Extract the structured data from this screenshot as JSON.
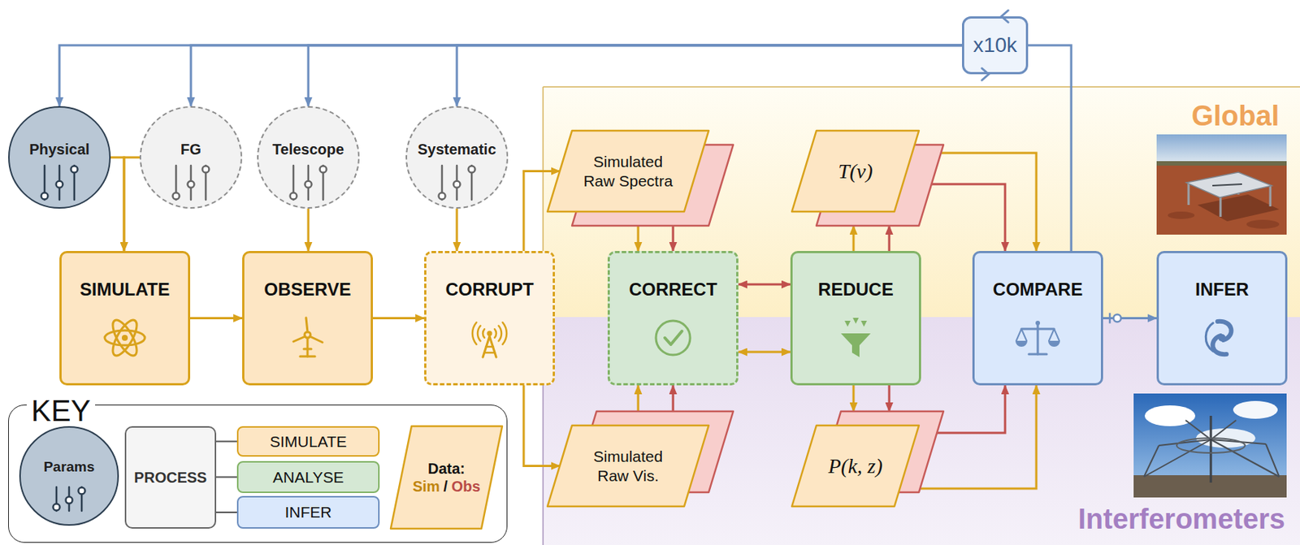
{
  "diagram": {
    "nodes": [
      {
        "text": [
          "Physical"
        ]
      },
      {
        "text": [
          "FG"
        ]
      },
      {
        "text": [
          "Telescope"
        ]
      },
      {
        "text": [
          "Systematic"
        ]
      },
      {
        "text": [
          "x10k"
        ]
      },
      {
        "text": [
          "SIMULATE"
        ]
      },
      {
        "text": [
          "OBSERVE"
        ]
      },
      {
        "text": [
          "CORRUPT"
        ]
      },
      {
        "text": [
          "Simulated Raw Spectra"
        ]
      },
      {
        "text": [
          "Simulated Raw Vis."
        ]
      },
      {
        "text": [
          "CORRECT"
        ]
      },
      {
        "text": [
          "REDUCE"
        ]
      },
      {
        "text": [
          "T(ν)"
        ]
      },
      {
        "text": [
          "P(k, z)"
        ]
      },
      {
        "text": [
          "COMPARE"
        ]
      },
      {
        "text": [
          "INFER"
        ]
      },
      {
        "text": [
          "KEY"
        ]
      },
      {
        "text": [
          "Params"
        ],
        "in": 16
      },
      {
        "text": [
          "PROCESS"
        ],
        "in": 16
      },
      {
        "text": [
          "SIMULATE"
        ],
        "in": 16
      },
      {
        "text": [
          "ANALYSE"
        ],
        "in": 16
      },
      {
        "text": [
          "INFER"
        ],
        "in": 16
      },
      {
        "text": [
          "Data:",
          "Sim",
          "/",
          "Obs"
        ],
        "in": 16
      }
    ],
    "edges": [
      {
        "from": 14,
        "to": 4,
        "arrow": "none"
      },
      {
        "from": 4,
        "to": 0,
        "arrow": "to"
      },
      {
        "from": 4,
        "to": 1,
        "arrow": "to"
      },
      {
        "from": 4,
        "to": 2,
        "arrow": "to"
      },
      {
        "from": 4,
        "to": 3,
        "arrow": "to"
      },
      {
        "from": 0,
        "to": 5,
        "arrow": "to"
      },
      {
        "from": 1,
        "to": 5,
        "arrow": "to"
      },
      {
        "from": 2,
        "to": 6,
        "arrow": "to"
      },
      {
        "from": 3,
        "to": 7,
        "arrow": "to"
      },
      {
        "from": 5,
        "to": 6,
        "arrow": "to"
      },
      {
        "from": 6,
        "to": 7,
        "arrow": "to"
      },
      {
        "from": 7,
        "to": 8,
        "arrow": "to"
      },
      {
        "from": 7,
        "to": 9,
        "arrow": "to"
      },
      {
        "from": 8,
        "to": 10,
        "arrow": "to"
      },
      {
        "from": 8,
        "to": 10,
        "arrow": "to"
      },
      {
        "from": 9,
        "to": 10,
        "arrow": "to"
      },
      {
        "from": 9,
        "to": 10,
        "arrow": "to"
      },
      {
        "from": 10,
        "to": 11,
        "arrow": "both"
      },
      {
        "from": 10,
        "to": 11,
        "arrow": "both"
      },
      {
        "from": 11,
        "to": 12,
        "arrow": "to"
      },
      {
        "from": 11,
        "to": 12,
        "arrow": "to"
      },
      {
        "from": 11,
        "to": 13,
        "arrow": "to"
      },
      {
        "from": 11,
        "to": 13,
        "arrow": "to"
      },
      {
        "from": 12,
        "to": 14,
        "arrow": "to"
      },
      {
        "from": 12,
        "to": 14,
        "arrow": "to"
      },
      {
        "from": 13,
        "to": 14,
        "arrow": "to"
      },
      {
        "from": 13,
        "to": 14,
        "arrow": "to"
      },
      {
        "from": 14,
        "to": 15,
        "arrow": "to"
      },
      {
        "from": 18,
        "to": 19,
        "arrow": "none"
      },
      {
        "from": 18,
        "to": 20,
        "arrow": "none"
      },
      {
        "from": 18,
        "to": 21,
        "arrow": "none"
      }
    ],
    "labels": [
      "Global",
      "Interferometers"
    ]
  }
}
